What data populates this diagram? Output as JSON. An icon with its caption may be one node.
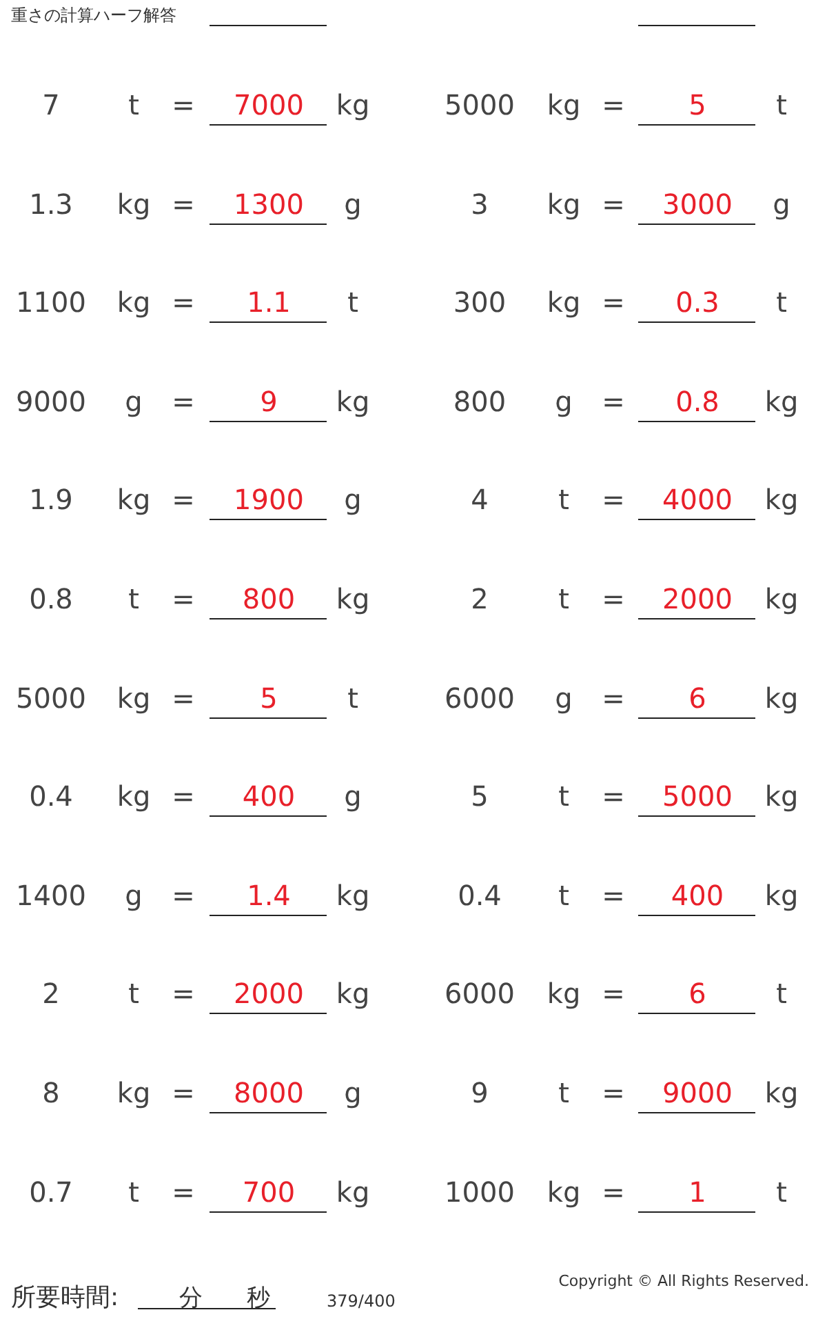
{
  "diagram": {
    "title": "重さの計算ハーフ解答",
    "labels": [
      "7",
      "t",
      "=",
      "7000",
      "kg",
      "5000",
      "kg",
      "=",
      "5",
      "t",
      "1.3",
      "kg",
      "=",
      "1300",
      "g",
      "3",
      "kg",
      "=",
      "3000",
      "g",
      "1100",
      "kg",
      "=",
      "1.1",
      "t",
      "300",
      "kg",
      "=",
      "0.3",
      "t",
      "9000",
      "g",
      "=",
      "9",
      "kg",
      "800",
      "g",
      "=",
      "0.8",
      "kg",
      "1.9",
      "kg",
      "=",
      "1900",
      "g",
      "4",
      "t",
      "=",
      "4000",
      "kg",
      "0.8",
      "t",
      "=",
      "800",
      "kg",
      "2",
      "t",
      "=",
      "2000",
      "kg",
      "5000",
      "kg",
      "=",
      "5",
      "t",
      "6000",
      "g",
      "=",
      "6",
      "kg",
      "0.4",
      "kg",
      "=",
      "400",
      "g",
      "5",
      "t",
      "=",
      "5000",
      "kg",
      "1400",
      "g",
      "=",
      "1.4",
      "kg",
      "0.4",
      "t",
      "=",
      "400",
      "kg",
      "2",
      "t",
      "=",
      "2000",
      "kg",
      "6000",
      "kg",
      "=",
      "6",
      "t",
      "8",
      "kg",
      "=",
      "8000",
      "g",
      "9",
      "t",
      "=",
      "9000",
      "kg",
      "0.7",
      "t",
      "=",
      "700",
      "kg",
      "1000",
      "kg",
      "=",
      "1",
      "t",
      "所要時間:",
      "分",
      "秒",
      "379/400",
      "Copyright © All Rights Reserved."
    ]
  }
}
